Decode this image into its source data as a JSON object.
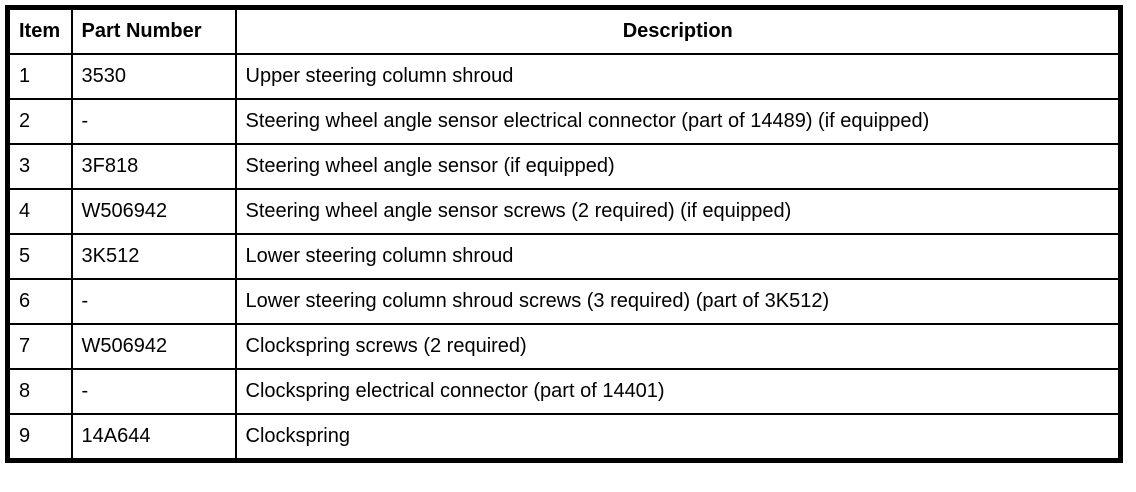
{
  "table": {
    "headers": {
      "item": "Item",
      "part_number": "Part Number",
      "description": "Description"
    },
    "rows": [
      {
        "item": "1",
        "part_number": "3530",
        "description": "Upper steering column shroud"
      },
      {
        "item": "2",
        "part_number": "-",
        "description": "Steering wheel angle sensor electrical connector (part of 14489) (if equipped)"
      },
      {
        "item": "3",
        "part_number": "3F818",
        "description": "Steering wheel angle sensor (if equipped)"
      },
      {
        "item": "4",
        "part_number": "W506942",
        "description": "Steering wheel angle sensor screws (2 required) (if equipped)"
      },
      {
        "item": "5",
        "part_number": "3K512",
        "description": "Lower steering column shroud"
      },
      {
        "item": "6",
        "part_number": "-",
        "description": "Lower steering column shroud screws (3 required) (part of 3K512)"
      },
      {
        "item": "7",
        "part_number": "W506942",
        "description": "Clockspring screws (2 required)"
      },
      {
        "item": "8",
        "part_number": "-",
        "description": "Clockspring electrical connector (part of 14401)"
      },
      {
        "item": "9",
        "part_number": "14A644",
        "description": "Clockspring"
      }
    ],
    "colors": {
      "border": "#000000",
      "background": "#ffffff",
      "text": "#000000"
    }
  }
}
